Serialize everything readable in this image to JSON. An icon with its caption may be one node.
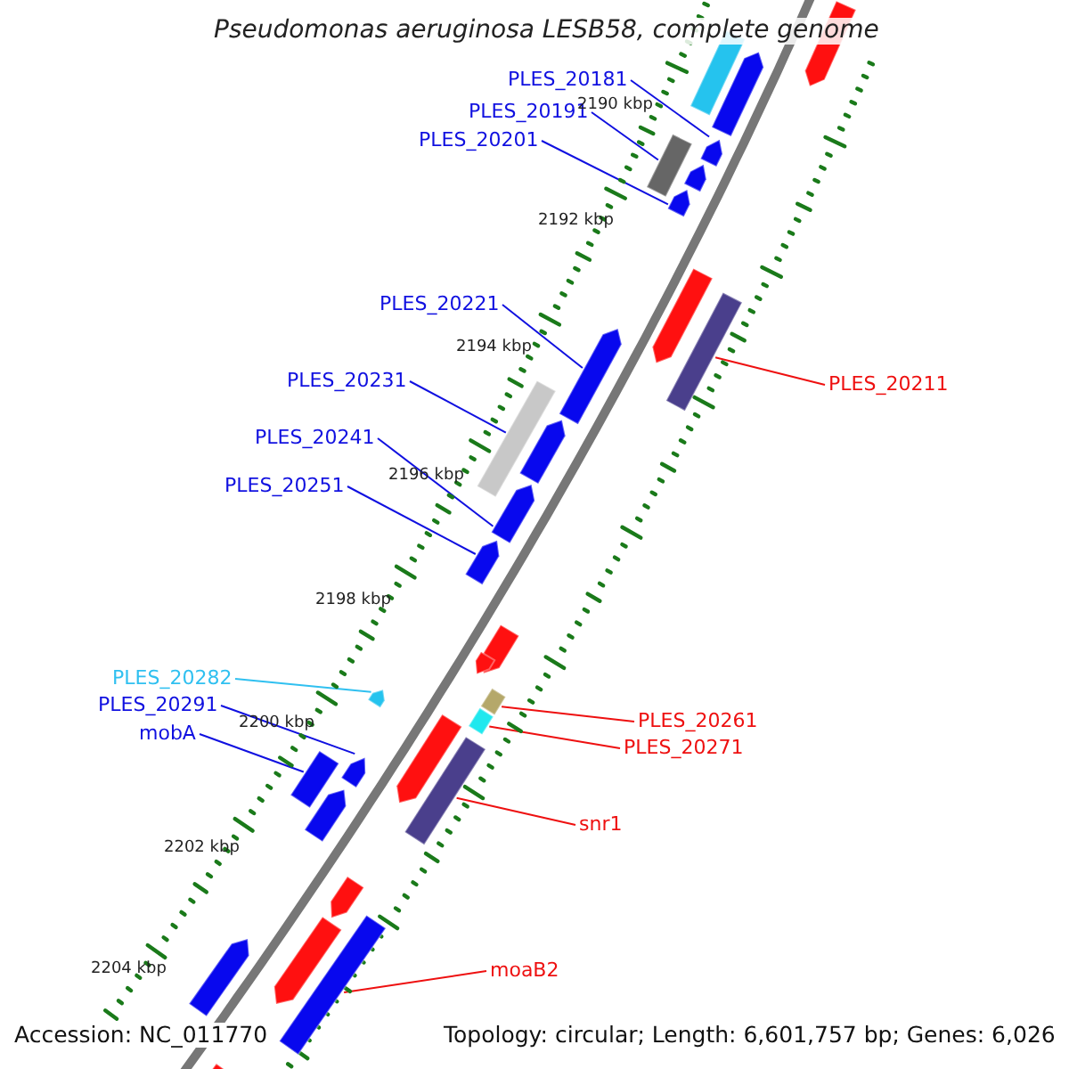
{
  "diagram": {
    "title": "Pseudomonas aeruginosa LESB58, complete genome",
    "nodes": [
      {
        "text": [
          "PLES_20181"
        ]
      },
      {
        "text": [],
        "shape": "bar"
      },
      {
        "text": [
          "PLES_20191"
        ]
      },
      {
        "text": [],
        "shape": "bar"
      },
      {
        "text": [
          "PLES_20201"
        ]
      },
      {
        "text": [],
        "shape": "bar"
      },
      {
        "text": [
          "PLES_20221"
        ]
      },
      {
        "text": [],
        "shape": "bar"
      },
      {
        "text": [
          "PLES_20211"
        ]
      },
      {
        "text": [],
        "shape": "bar"
      },
      {
        "text": [
          "PLES_20231"
        ]
      },
      {
        "text": [],
        "shape": "bar"
      },
      {
        "text": [
          "PLES_20241"
        ]
      },
      {
        "text": [],
        "shape": "bar"
      },
      {
        "text": [
          "PLES_20251"
        ]
      },
      {
        "text": [],
        "shape": "bar"
      },
      {
        "text": [
          "PLES_20282"
        ]
      },
      {
        "text": [],
        "shape": "bar"
      },
      {
        "text": [
          "PLES_20261"
        ]
      },
      {
        "text": [],
        "shape": "bar"
      },
      {
        "text": [
          "PLES_20291"
        ]
      },
      {
        "text": [],
        "shape": "bar"
      },
      {
        "text": [
          "PLES_20271"
        ]
      },
      {
        "text": [],
        "shape": "bar"
      },
      {
        "text": [
          "mobA"
        ]
      },
      {
        "text": [],
        "shape": "bar"
      },
      {
        "text": [
          "snr1"
        ]
      },
      {
        "text": [],
        "shape": "bar"
      },
      {
        "text": [
          "moaB2"
        ]
      },
      {
        "text": [],
        "shape": "bar"
      },
      {
        "text": [],
        "shape": "bar"
      },
      {
        "text": [],
        "shape": "bar"
      },
      {
        "text": [],
        "shape": "bar"
      },
      {
        "text": [],
        "shape": "bar"
      },
      {
        "text": [],
        "shape": "bar"
      },
      {
        "text": [],
        "shape": "bar"
      },
      {
        "text": [],
        "shape": "bar"
      },
      {
        "text": [],
        "shape": "bar"
      },
      {
        "text": [],
        "shape": "bar"
      },
      {
        "text": [],
        "shape": "bar"
      },
      {
        "text": [],
        "shape": "bar"
      },
      {
        "text": [],
        "shape": "bar"
      },
      {
        "text": [],
        "shape": "bar"
      },
      {
        "text": [],
        "shape": "bar"
      }
    ],
    "edges": [
      {
        "from": 0,
        "to": 1,
        "arrow": "none"
      },
      {
        "from": 2,
        "to": 3,
        "arrow": "none"
      },
      {
        "from": 4,
        "to": 5,
        "arrow": "none"
      },
      {
        "from": 6,
        "to": 7,
        "arrow": "none"
      },
      {
        "from": 8,
        "to": 9,
        "arrow": "none",
        "color": "#ee1010"
      },
      {
        "from": 10,
        "to": 11,
        "arrow": "none"
      },
      {
        "from": 12,
        "to": 13,
        "arrow": "none"
      },
      {
        "from": 14,
        "to": 15,
        "arrow": "none"
      },
      {
        "from": 16,
        "to": 17,
        "arrow": "none",
        "color": "#30c0f0"
      },
      {
        "from": 18,
        "to": 19,
        "arrow": "none",
        "color": "#ee1010"
      },
      {
        "from": 20,
        "to": 21,
        "arrow": "none"
      },
      {
        "from": 22,
        "to": 23,
        "arrow": "none",
        "color": "#ee1010"
      },
      {
        "from": 24,
        "to": 25,
        "arrow": "none"
      },
      {
        "from": 26,
        "to": 27,
        "arrow": "none",
        "color": "#ee1010"
      },
      {
        "from": 28,
        "to": 29,
        "arrow": "none",
        "color": "#ee1010"
      }
    ],
    "labels": [
      "2190 kbp",
      "2192 kbp",
      "2194 kbp",
      "2196 kbp",
      "2198 kbp",
      "2200 kbp",
      "2202 kbp",
      "2204 kbp",
      "Accession: NC_011770",
      "Topology: circular; Length: 6,601,757 bp; Genes: 6,026"
    ]
  }
}
